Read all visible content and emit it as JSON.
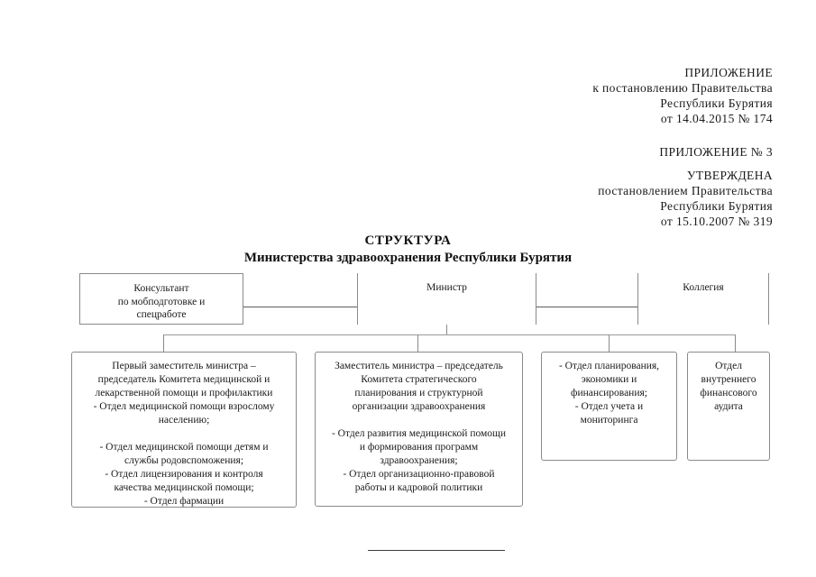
{
  "header": {
    "appendix_1": "ПРИЛОЖЕНИЕ\nк постановлению Правительства\nРеспублики Бурятия\nот 14.04.2015  № 174",
    "appendix_2": "ПРИЛОЖЕНИЕ № 3",
    "approved": "УТВЕРЖДЕНА\nпостановлением Правительства\nРеспублики Бурятия\nот 15.10.2007 № 319"
  },
  "title": {
    "line_1": "СТРУКТУРА",
    "line_2": "Министерства здравоохранения Республики Бурятия"
  },
  "chart_data": {
    "type": "diagram",
    "title": "СТРУКТУРА Министерства здравоохранения Республики Бурятия",
    "top_row": [
      {
        "id": "consultant",
        "label": "Консультант\nпо мобподготовке и\nспецработе"
      },
      {
        "id": "minister",
        "label": "Министр"
      },
      {
        "id": "collegium",
        "label": "Коллегия"
      }
    ],
    "bottom_row": [
      {
        "id": "first-deputy",
        "label": "Первый заместитель министра –\nпредседатель Комитета медицинской и\nлекарственной помощи и профилактики\n- Отдел медицинской помощи взрослому\nнаселению;\n\n- Отдел медицинской помощи детям и\nслужбы родовспоможения;\n- Отдел лицензирования и контроля\nкачества медицинской помощи;\n- Отдел фармации"
      },
      {
        "id": "deputy-strategic",
        "label": "Заместитель министра – председатель\nКомитета стратегического\nпланирования и структурной\nорганизации здравоохранения\n\n- Отдел развития медицинской помощи\nи формирования программ\nздравоохранения;\n- Отдел организационно-правовой\nработы и кадровой политики"
      },
      {
        "id": "planning-economics",
        "label": "- Отдел планирования,\nэкономики и\nфинансирования;\n- Отдел учета и\nмониторинга"
      },
      {
        "id": "internal-audit",
        "label": "Отдел\nвнутреннего\nфинансового\nаудита"
      }
    ]
  }
}
